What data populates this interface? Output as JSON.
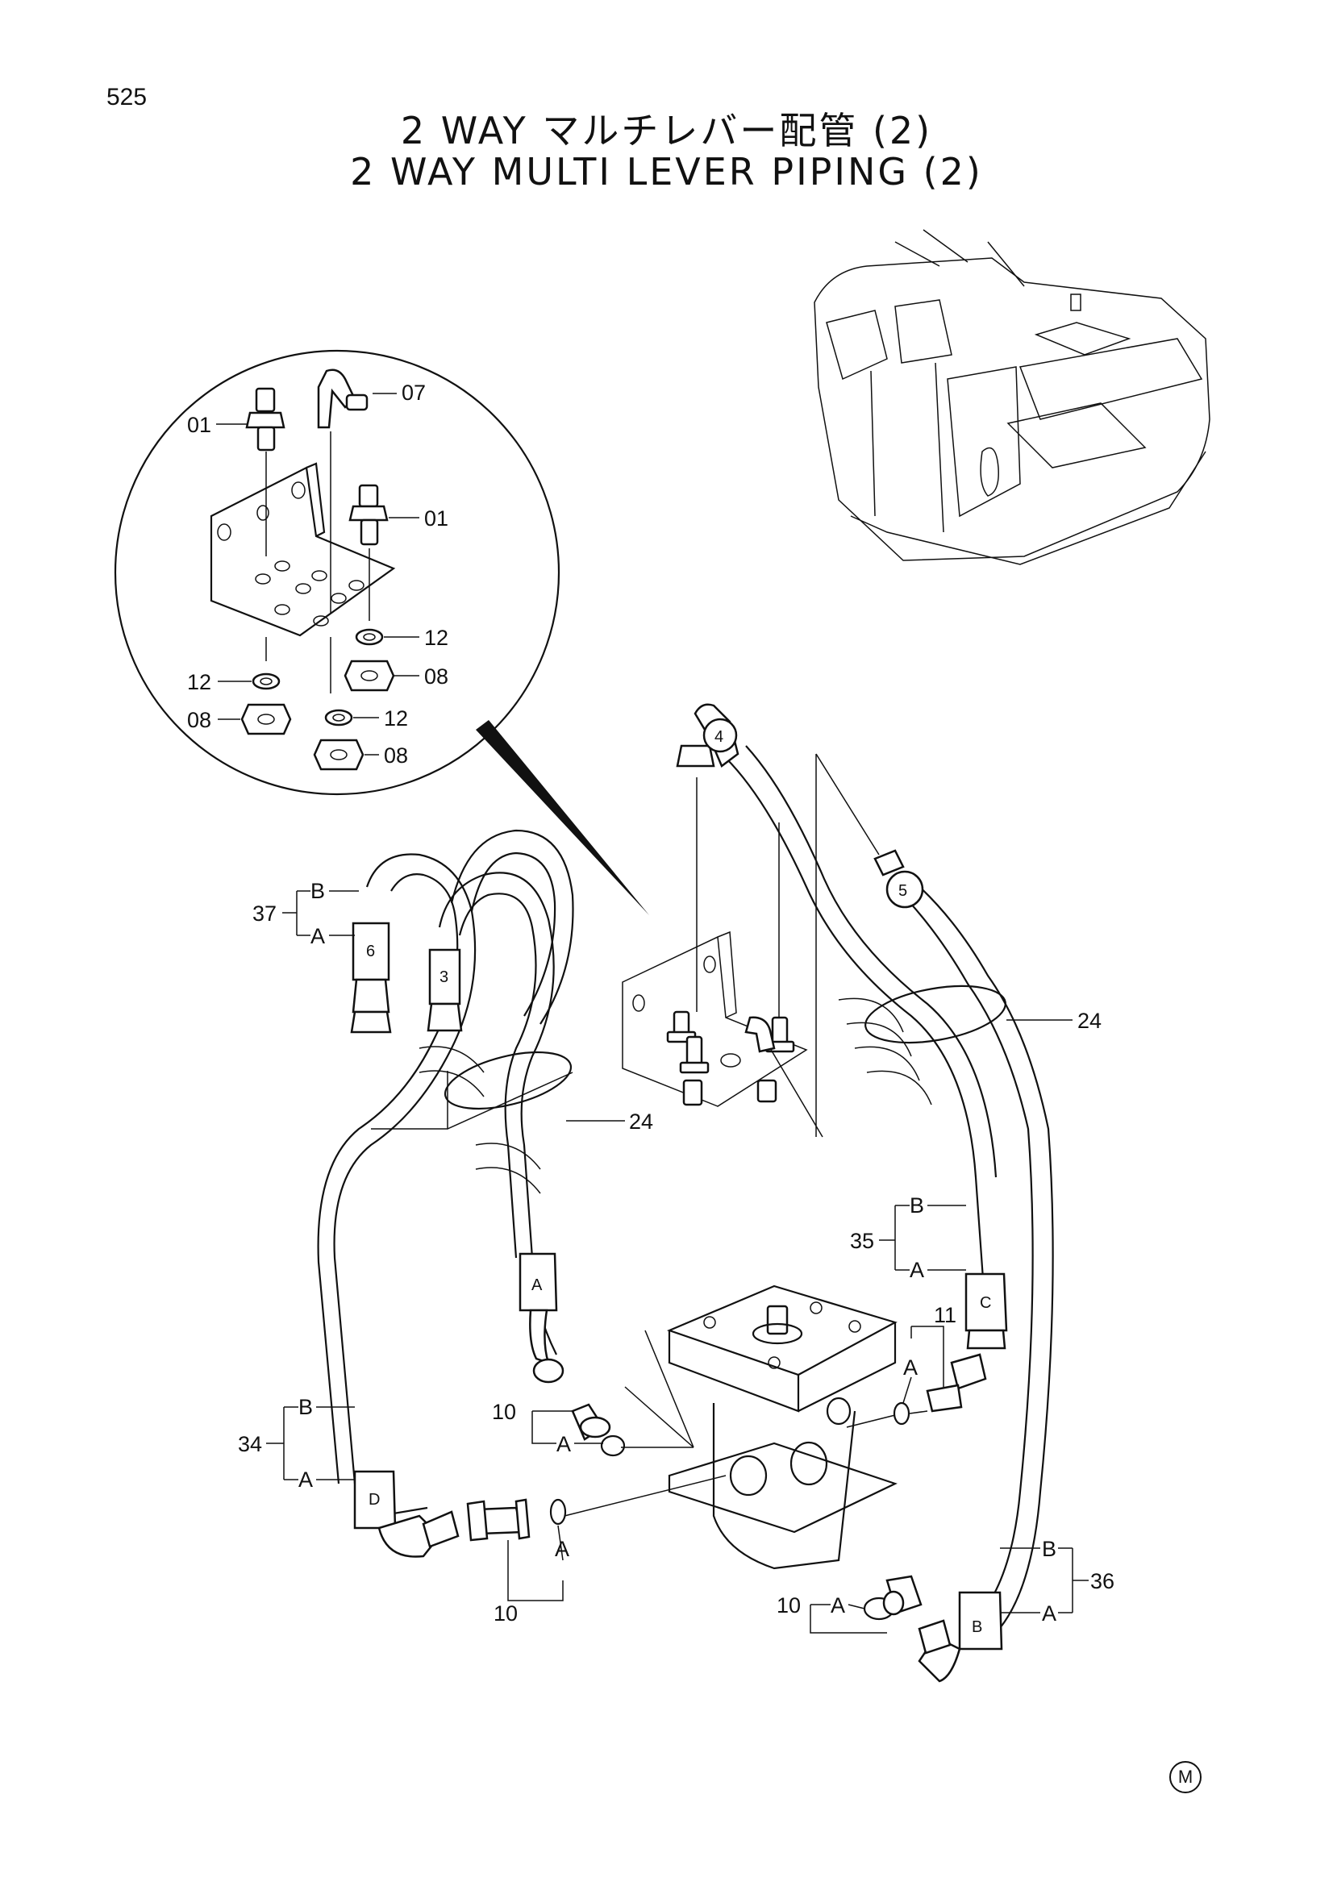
{
  "page_number": "525",
  "title_jp": "2 WAY マルチレバー配管 (2)",
  "title_en": "2 WAY MULTI LEVER PIPING (2)",
  "maker_mark": "M",
  "callouts": {
    "detail_fitting_top_left": "01",
    "detail_elbow": "07",
    "detail_fitting_right": "01",
    "detail_oring_right": "12",
    "detail_nut_right": "08",
    "detail_oring_left": "12",
    "detail_nut_left": "08",
    "detail_oring_bottom": "12",
    "detail_nut_bottom": "08",
    "hose_37": "37",
    "hose_35": "35",
    "hose_34": "34",
    "hose_36": "36",
    "clamp_upper": "24",
    "clamp_lower": "24",
    "fitting_10_upper": "10",
    "fitting_10_lower": "10",
    "fitting_10_right": "10",
    "fitting_11": "11"
  },
  "end_labels": {
    "a": "A",
    "b": "B"
  },
  "hose_markers": {
    "m6": "6",
    "m3": "3",
    "m4": "4",
    "m5": "5",
    "mA": "A",
    "mC": "C",
    "mD": "D",
    "mB": "B"
  }
}
